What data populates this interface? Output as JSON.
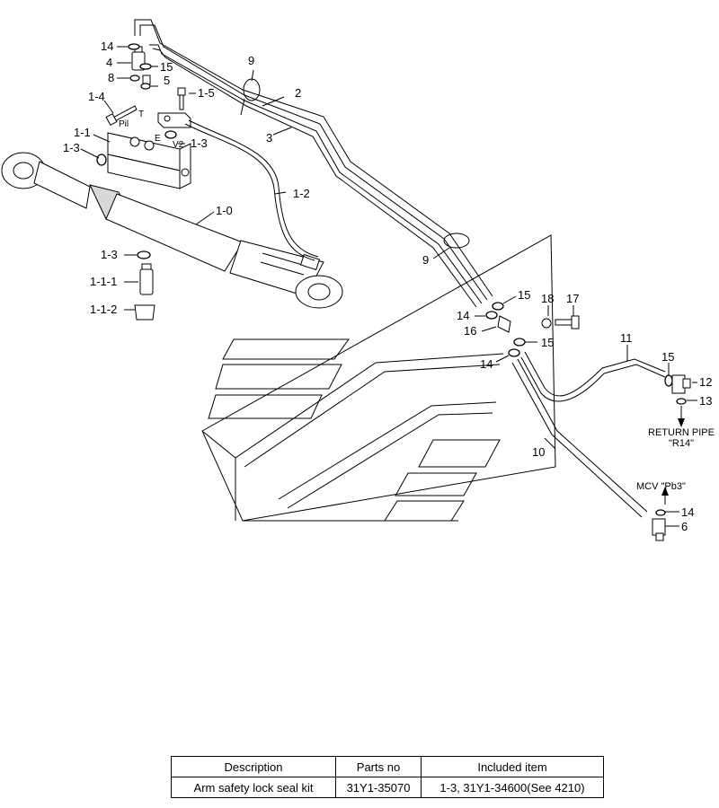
{
  "callouts": {
    "c14_top": "14",
    "c4": "4",
    "c15_top": "15",
    "c8": "8",
    "c5": "5",
    "c9_top": "9",
    "c2": "2",
    "c3": "3",
    "c1_4": "1-4",
    "c1_5": "1-5",
    "c1_1": "1-1",
    "c1_3_a": "1-3",
    "c1_3_b": "1-3",
    "c1_2": "1-2",
    "c1_0": "1-0",
    "c1_3_c": "1-3",
    "c1_1_1": "1-1-1",
    "c1_1_2": "1-1-2",
    "c9_mid": "9",
    "c15_a": "15",
    "c14_a": "14",
    "c16": "16",
    "c18": "18",
    "c17": "17",
    "c15_b": "15",
    "c14_b": "14",
    "c11": "11",
    "c15_c": "15",
    "c12": "12",
    "c13": "13",
    "c10": "10",
    "c14_c": "14",
    "c6": "6"
  },
  "port_labels": {
    "pil": "Pil",
    "t": "T",
    "e": "E",
    "v2": "V2"
  },
  "notes": {
    "return_pipe_line1": "RETURN PIPE",
    "return_pipe_line2": "\"R14\"",
    "mcv": "MCV  \"Pb3\""
  },
  "table": {
    "headers": [
      "Description",
      "Parts no",
      "Included item"
    ],
    "rows": [
      [
        "Arm safety lock seal kit",
        "31Y1-35070",
        "1-3, 31Y1-34600(See 4210)"
      ]
    ]
  }
}
